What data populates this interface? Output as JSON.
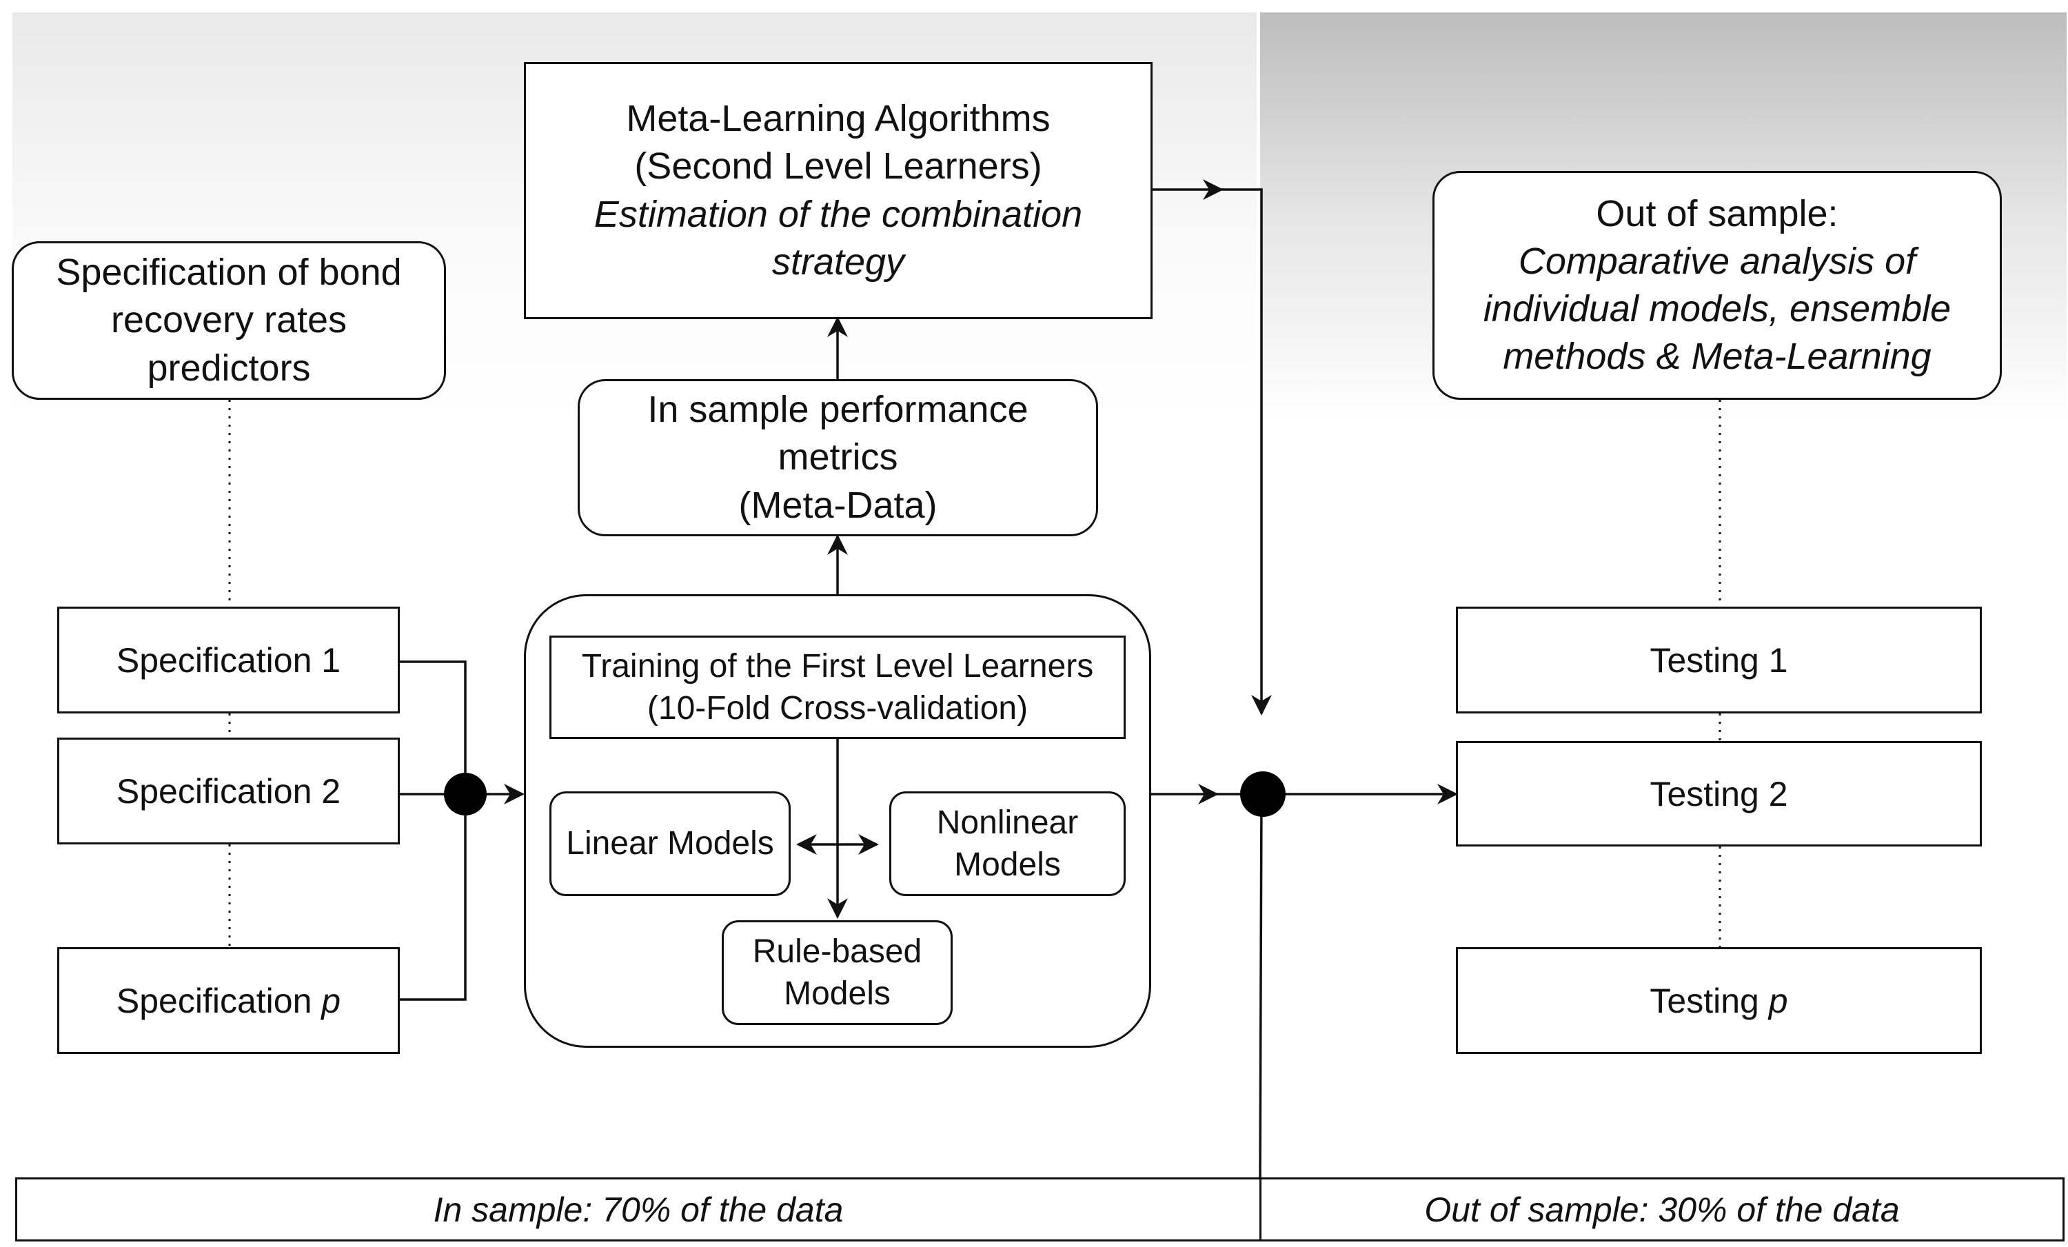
{
  "meta_learning": {
    "line1": "Meta-Learning Algorithms",
    "line2": "(Second Level Learners)",
    "line3": "Estimation of the combination",
    "line4": "strategy"
  },
  "specification_predictors": {
    "line1": "Specification of bond",
    "line2": "recovery rates",
    "line3": "predictors"
  },
  "specifications": {
    "spec1": "Specification 1",
    "spec2": "Specification 2",
    "specp_prefix": "Specification ",
    "specp_var": "p"
  },
  "in_sample_metrics": {
    "line1": "In sample performance",
    "line2": "metrics",
    "line3": "(Meta-Data)"
  },
  "first_level": {
    "title_line1": "Training of the First Level Learners",
    "title_line2": "(10-Fold Cross-validation)",
    "linear": "Linear Models",
    "nonlinear_line1": "Nonlinear",
    "nonlinear_line2": "Models",
    "rule_line1": "Rule-based",
    "rule_line2": "Models"
  },
  "out_of_sample": {
    "line1": "Out of sample:",
    "line2": "Comparative analysis of",
    "line3": "individual models, ensemble",
    "line4": "methods & Meta-Learning"
  },
  "testing": {
    "t1": "Testing 1",
    "t2": "Testing 2",
    "tp_prefix": "Testing ",
    "tp_var": "p"
  },
  "footer": {
    "in_sample": "In sample: 70% of the data",
    "out_sample": "Out of sample: 30% of the data"
  }
}
